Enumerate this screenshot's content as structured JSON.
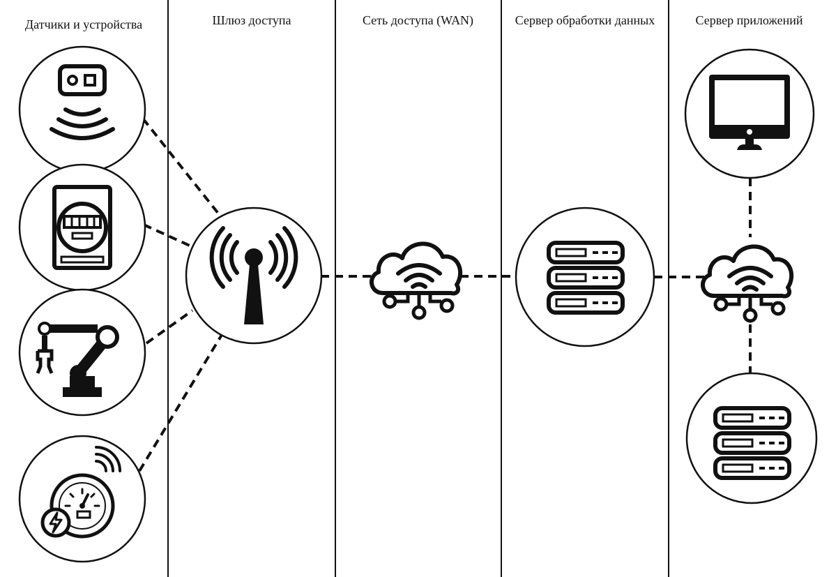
{
  "columns": [
    {
      "title": "Датчики и устройства"
    },
    {
      "title": "Шлюз доступа"
    },
    {
      "title": "Сеть доступа (WAN)"
    },
    {
      "title": "Сервер обработки данных"
    },
    {
      "title": "Сервер приложений"
    }
  ],
  "nodes": [
    {
      "id": "sensor",
      "icon": "proximity-sensor-icon"
    },
    {
      "id": "meter",
      "icon": "electric-meter-icon"
    },
    {
      "id": "robot",
      "icon": "robot-arm-icon"
    },
    {
      "id": "smart-gauge",
      "icon": "smart-gauge-icon"
    },
    {
      "id": "gateway",
      "icon": "antenna-tower-icon"
    },
    {
      "id": "wan",
      "icon": "cloud-network-icon"
    },
    {
      "id": "processing-server",
      "icon": "server-rack-icon"
    },
    {
      "id": "app-cloud",
      "icon": "cloud-network-icon"
    },
    {
      "id": "monitor",
      "icon": "monitor-icon"
    },
    {
      "id": "app-server",
      "icon": "server-rack-icon"
    }
  ],
  "colors": {
    "line": "#111111",
    "background": "#ffffff"
  }
}
